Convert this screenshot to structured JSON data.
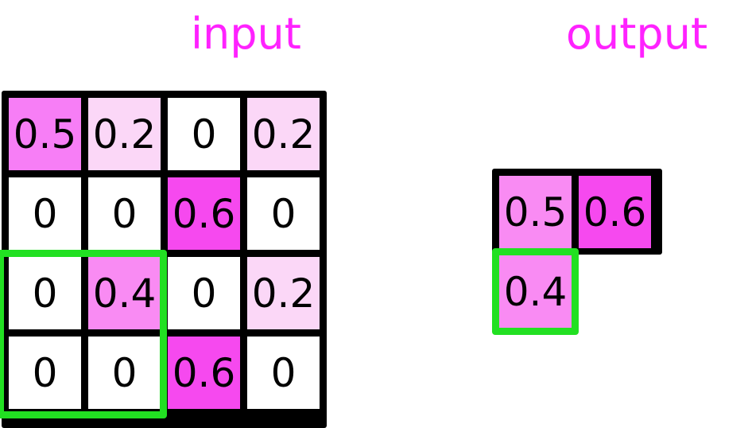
{
  "labels": {
    "input_title": "input",
    "output_title": "output",
    "title_color": "#ff22ff"
  },
  "palette": {
    "zero": "#ffffff",
    "v02": "#fbd7f7",
    "v04": "#f98bf3",
    "v05": "#f77ef6",
    "v06": "#f649ef",
    "border": "#000000",
    "highlight": "#22e022"
  },
  "chart_data": {
    "type": "heatmap",
    "title": "input",
    "xlabel": "",
    "ylabel": "",
    "grid": true,
    "legend": "none",
    "rows": 4,
    "cols": 4,
    "values": [
      [
        0.5,
        0.2,
        0,
        0.2
      ],
      [
        0,
        0,
        0.6,
        0
      ],
      [
        0,
        0.4,
        0,
        0.2
      ],
      [
        0,
        0,
        0.6,
        0
      ]
    ]
  },
  "input_grid": {
    "name": "input-matrix",
    "rows": 4,
    "cols": 4,
    "cells": [
      {
        "r": 0,
        "c": 0,
        "text": "0.5",
        "fill": "#f77ef6"
      },
      {
        "r": 0,
        "c": 1,
        "text": "0.2",
        "fill": "#fbd7f7"
      },
      {
        "r": 0,
        "c": 2,
        "text": "0",
        "fill": "#ffffff"
      },
      {
        "r": 0,
        "c": 3,
        "text": "0.2",
        "fill": "#fbd7f7"
      },
      {
        "r": 1,
        "c": 0,
        "text": "0",
        "fill": "#ffffff"
      },
      {
        "r": 1,
        "c": 1,
        "text": "0",
        "fill": "#ffffff"
      },
      {
        "r": 1,
        "c": 2,
        "text": "0.6",
        "fill": "#f649ef"
      },
      {
        "r": 1,
        "c": 3,
        "text": "0",
        "fill": "#ffffff"
      },
      {
        "r": 2,
        "c": 0,
        "text": "0",
        "fill": "#ffffff"
      },
      {
        "r": 2,
        "c": 1,
        "text": "0.4",
        "fill": "#f98bf3"
      },
      {
        "r": 2,
        "c": 2,
        "text": "0",
        "fill": "#ffffff"
      },
      {
        "r": 2,
        "c": 3,
        "text": "0.2",
        "fill": "#fbd7f7"
      },
      {
        "r": 3,
        "c": 0,
        "text": "0",
        "fill": "#ffffff"
      },
      {
        "r": 3,
        "c": 1,
        "text": "0",
        "fill": "#ffffff"
      },
      {
        "r": 3,
        "c": 2,
        "text": "0.6",
        "fill": "#f649ef"
      },
      {
        "r": 3,
        "c": 3,
        "text": "0",
        "fill": "#ffffff"
      }
    ],
    "selection": {
      "row_start": 2,
      "row_end": 3,
      "col_start": 0,
      "col_end": 1,
      "color": "#22e022"
    }
  },
  "output_grid": {
    "name": "output-matrix",
    "rows": 2,
    "cols": 2,
    "cells": [
      {
        "r": 0,
        "c": 0,
        "text": "0.5",
        "fill": "#f98bf3"
      },
      {
        "r": 0,
        "c": 1,
        "text": "0.6",
        "fill": "#f649ef"
      },
      {
        "r": 1,
        "c": 0,
        "text": "0.4",
        "fill": "#f98bf3"
      }
    ],
    "selection": {
      "row_start": 1,
      "row_end": 1,
      "col_start": 0,
      "col_end": 0,
      "color": "#22e022"
    }
  }
}
